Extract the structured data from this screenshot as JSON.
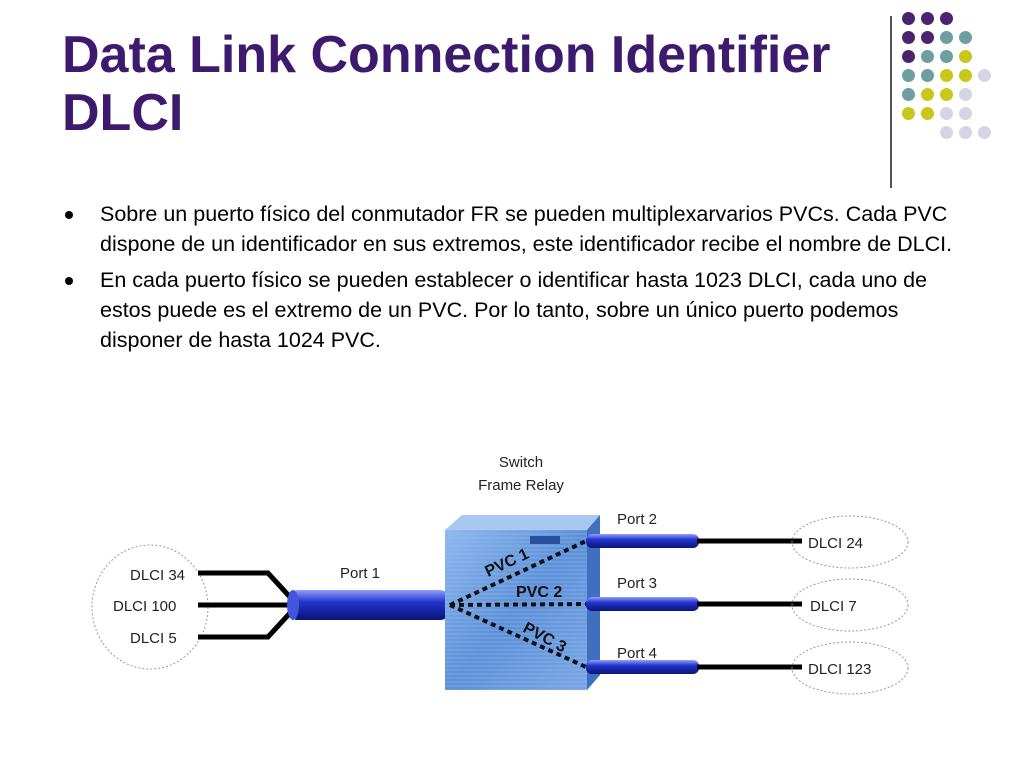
{
  "slide": {
    "title_line1": "Data Link Connection Identifier",
    "title_line2": "DLCI",
    "bullets": [
      "Sobre un puerto físico del conmutador FR se pueden multiplexarvarios PVCs. Cada PVC dispone de un identificador en sus extremos, este identificador recibe el nombre de DLCI.",
      "En cada puerto físico se pueden establecer o identificar hasta 1023 DLCI, cada uno de estos puede es el extremo de un PVC. Por lo tanto, sobre un único puerto podemos disponer de hasta 1024 PVC."
    ]
  },
  "colors": {
    "title": "#3d1a6e",
    "dot_purple": "#4b2470",
    "dot_teal": "#6f9e9e",
    "dot_yellow": "#c8c81a",
    "dot_lavender": "#d4d4e6",
    "cable_blue": "#2233cc",
    "switch_blue": "#5b8fd8"
  },
  "decor_dots": [
    [
      "purple",
      "purple",
      "purple"
    ],
    [
      "purple",
      "purple",
      "teal",
      "teal"
    ],
    [
      "purple",
      "teal",
      "teal",
      "yellow"
    ],
    [
      "teal",
      "teal",
      "yellow",
      "yellow",
      "lavender"
    ],
    [
      "teal",
      "yellow",
      "yellow",
      "lavender"
    ],
    [
      "yellow",
      "yellow",
      "lavender",
      "lavender"
    ],
    [
      "lavender",
      "lavender",
      "lavender"
    ]
  ],
  "diagram": {
    "switch_label_line1": "Switch",
    "switch_label_line2": "Frame Relay",
    "port1": "Port 1",
    "port2": "Port 2",
    "port3": "Port 3",
    "port4": "Port 4",
    "pvc1": "PVC 1",
    "pvc2": "PVC 2",
    "pvc3": "PVC 3",
    "left_dlcis": [
      "DLCI 34",
      "DLCI 100",
      "DLCI 5"
    ],
    "right_dlcis": [
      "DLCI 24",
      "DLCI 7",
      "DLCI 123"
    ]
  }
}
